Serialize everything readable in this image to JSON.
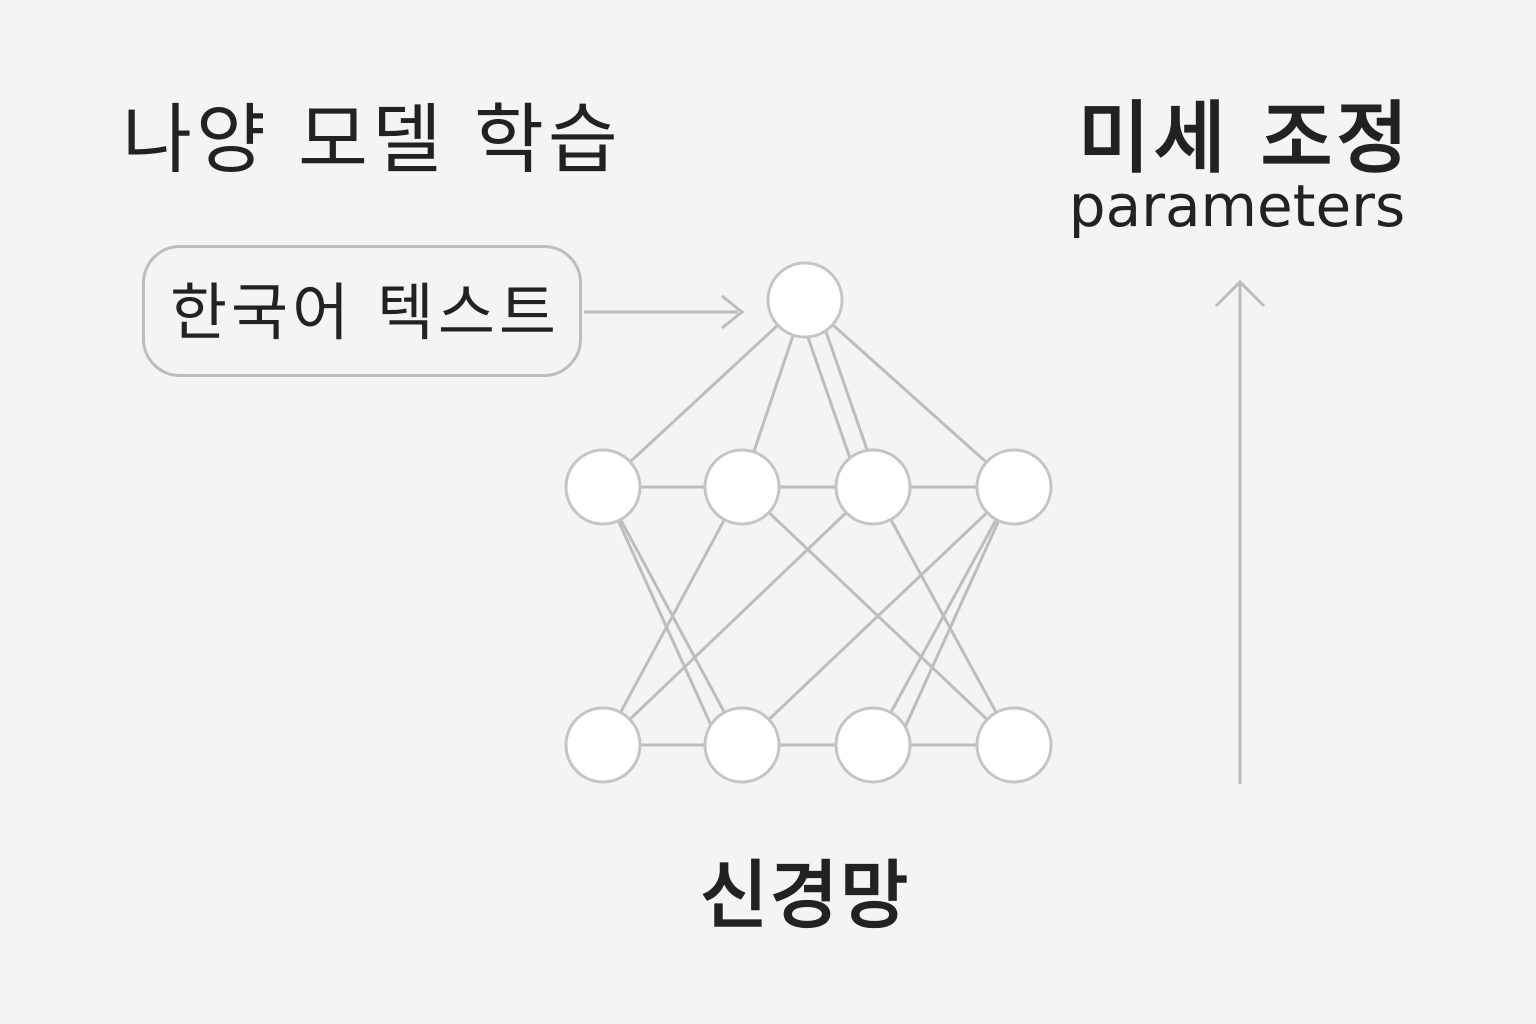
{
  "title": "나양 모델 학습",
  "fine_tune": {
    "title": "미세 조정",
    "subtitle": "parameters"
  },
  "input": {
    "label": "한국어 텍스트"
  },
  "network": {
    "label": "신경망"
  },
  "colors": {
    "background": "#f4f4f4",
    "line": "#bdbdbd",
    "node_fill": "#ffffff",
    "text": "#222222"
  }
}
